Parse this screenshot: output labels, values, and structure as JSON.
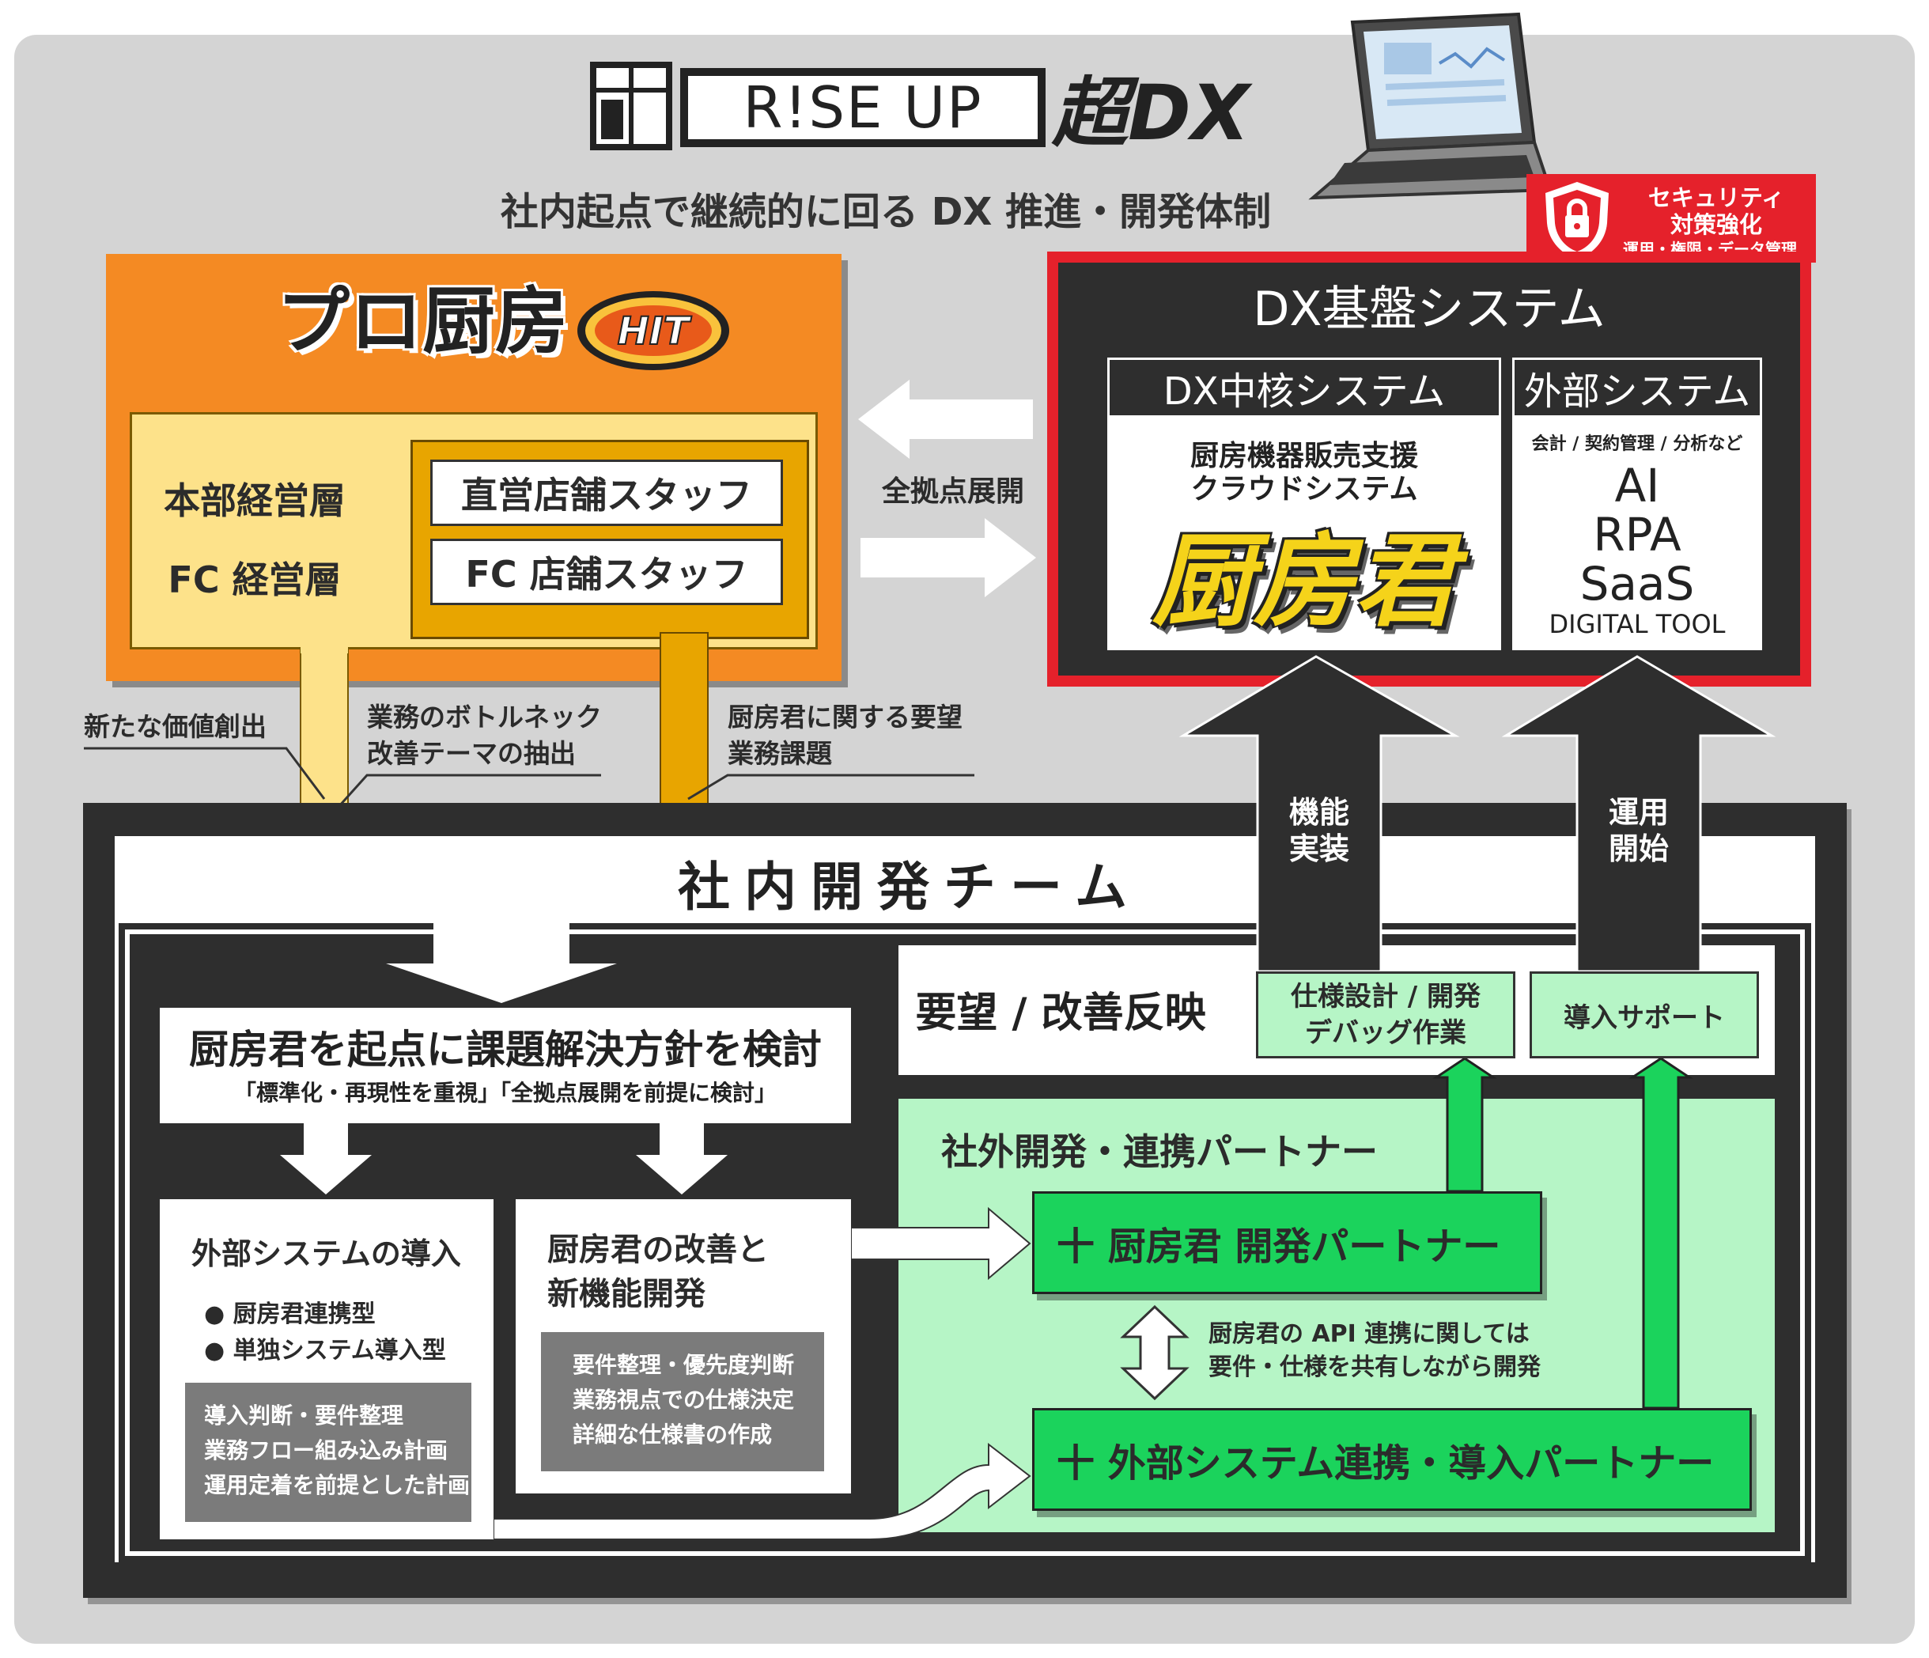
{
  "header": {
    "logo_text": "R!SE UP",
    "logo_suffix": "超DX",
    "subtitle": "社内起点で継続的に回る DX 推進・開発体制"
  },
  "security_badge": {
    "line1": "セキュリティ",
    "line2": "対策強化",
    "line3": "運用・権限・データ管理",
    "color": "#e5212b"
  },
  "pro_chubo": {
    "logo": "プロ厨房",
    "logo_badge": "HIT",
    "management": [
      "本部経営層",
      "FC 経営層"
    ],
    "staff": [
      "直営店舗スタッフ",
      "FC 店舗スタッフ"
    ],
    "color": "#f48a23"
  },
  "deploy_label": "全拠点展開",
  "dx_base": {
    "title": "DX基盤システム",
    "core": {
      "heading": "DX中核システム",
      "desc_line1": "厨房機器販売支援",
      "desc_line2": "クラウドシステム",
      "product": "厨房君"
    },
    "external": {
      "heading": "外部システム",
      "small": "会計 / 契約管理 / 分析など",
      "items": [
        "AI",
        "RPA",
        "SaaS"
      ],
      "digital": "DIGITAL TOOL"
    }
  },
  "flow_labels": {
    "new_value": "新たな価値創出",
    "bottleneck_line1": "業務のボトルネック",
    "bottleneck_line2": "改善テーマの抽出",
    "request_line1": "厨房君に関する要望",
    "request_line2": "業務課題",
    "implement_line1": "機能",
    "implement_line2": "実装",
    "operate_line1": "運用",
    "operate_line2": "開始"
  },
  "team": {
    "title": "社内開発チーム",
    "policy_title": "厨房君を起点に課題解決方針を検討",
    "policy_sub": "「標準化・再現性を重視」「全拠点展開を前提に検討」",
    "ext_intro": {
      "title": "外部システムの導入",
      "bullets": [
        "厨房君連携型",
        "単独システム導入型"
      ],
      "gray": [
        "導入判断・要件整理",
        "業務フロー組み込み計画",
        "運用定着を前提とした計画"
      ]
    },
    "improve": {
      "title_line1": "厨房君の改善と",
      "title_line2": "新機能開発",
      "gray": [
        "要件整理・優先度判断",
        "業務視点での仕様決定",
        "詳細な仕様書の作成"
      ]
    },
    "reflect": "要望 / 改善反映",
    "spec_line1": "仕様設計 / 開発",
    "spec_line2": "デバッグ作業",
    "support": "導入サポート",
    "partner_area_title": "社外開発・連携パートナー",
    "partner_1": "十 厨房君 開発パートナー",
    "partner_2": "十 外部システム連携・導入パートナー",
    "api_note_line1": "厨房君の API 連携に関しては",
    "api_note_line2": "要件・仕様を共有しながら開発",
    "green": "#1bd35c",
    "light_green": "#b6f5c6"
  }
}
